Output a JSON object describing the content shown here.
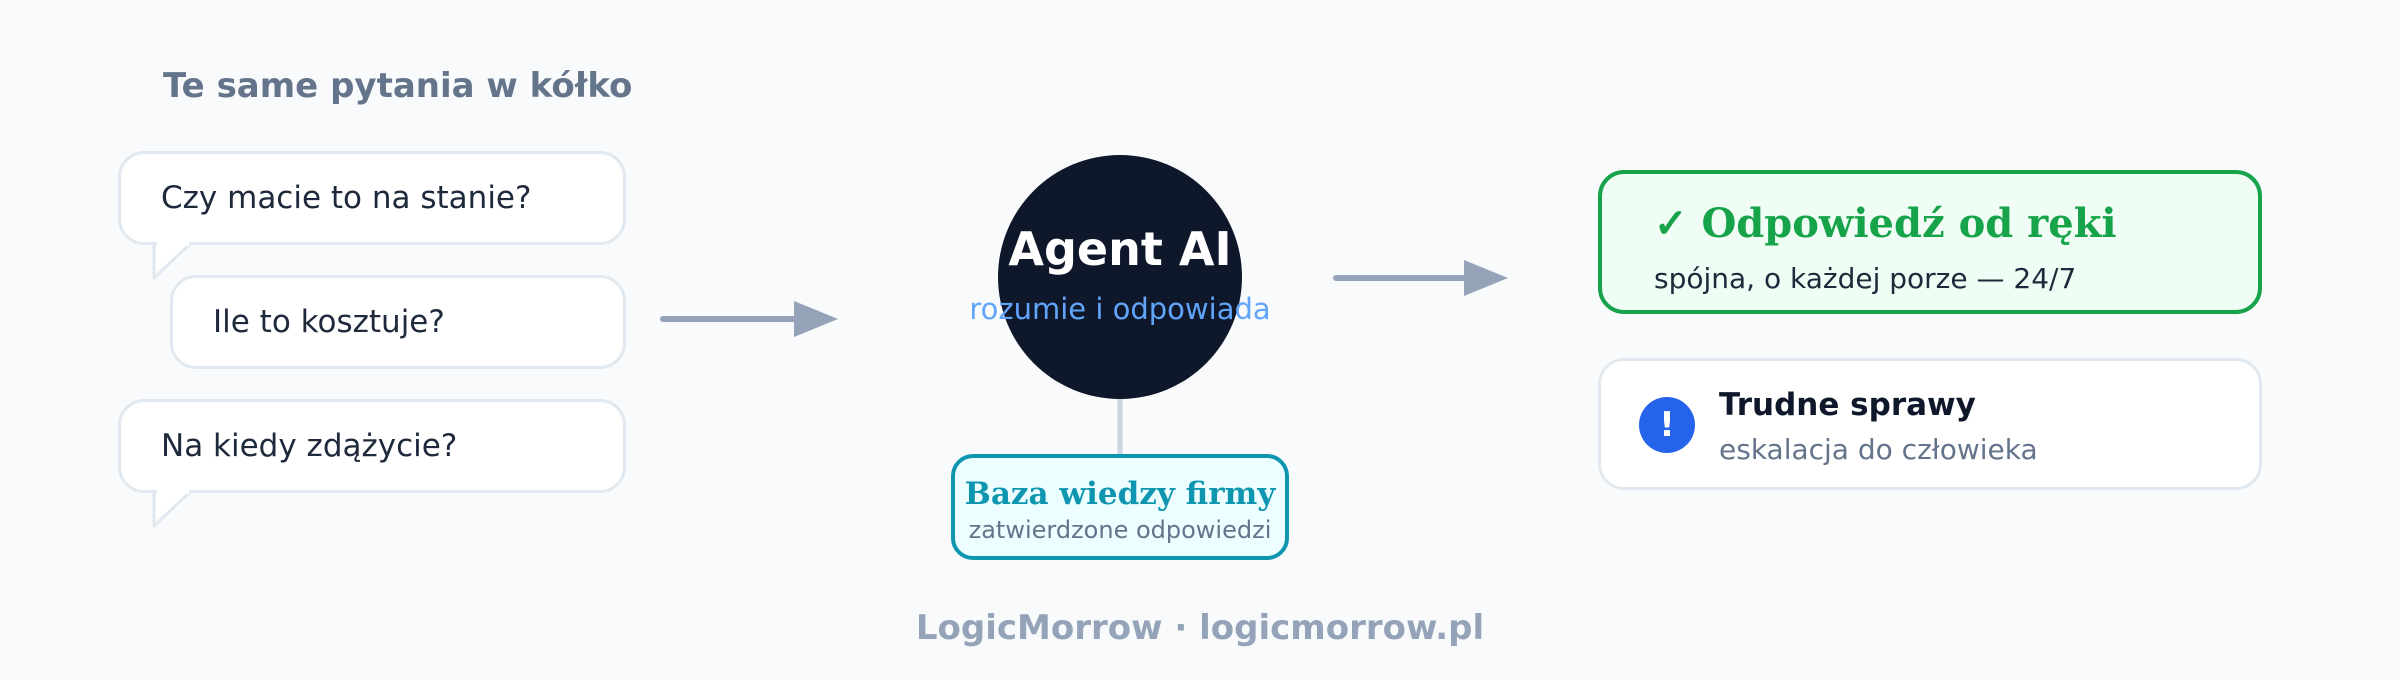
{
  "left_title": "Te same pytania w kółko",
  "questions": [
    "Czy macie to na stanie?",
    "Ile to kosztuje?",
    "Na kiedy zdążycie?"
  ],
  "agent": {
    "title": "Agent AI",
    "subtitle": "rozumie i odpowiada"
  },
  "knowledge_base": {
    "title": "Baza wiedzy firmy",
    "subtitle": "zatwierdzone odpowiedzi"
  },
  "instant_answer": {
    "title": "✓ Odpowiedź od ręki",
    "subtitle": "spójna, o każdej porze — 24/7"
  },
  "hard_cases": {
    "icon": "!",
    "title": "Trudne sprawy",
    "subtitle": "eskalacja do człowieka"
  },
  "footer": "LogicMorrow · logicmorrow.pl",
  "colors": {
    "background": "#f8fafc",
    "agent": "#0f172a",
    "agent_sub": "#60a5fa",
    "knowledge": "#0e96b0",
    "success": "#16a34a",
    "alert": "#2563eb",
    "arrow": "#94a3b8"
  }
}
